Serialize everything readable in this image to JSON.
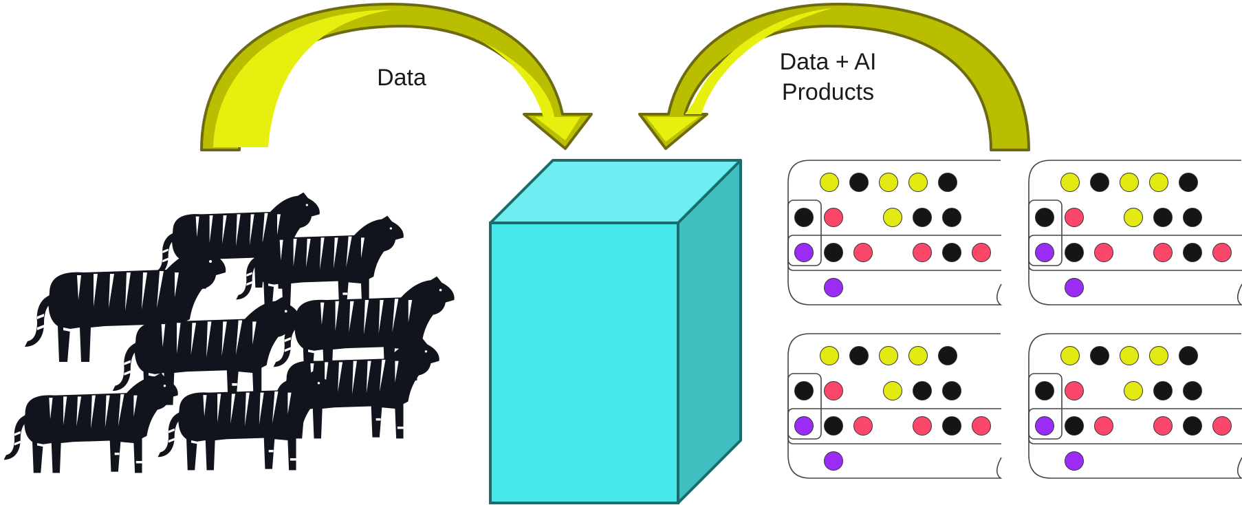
{
  "labels": {
    "data_in": "Data",
    "data_out_line1": "Data + AI",
    "data_out_line2": "Products"
  },
  "colors": {
    "arrow_light": "#e6ef0e",
    "arrow_dark": "#b9bf00",
    "arrow_stroke": "#6d6a12",
    "cube_front": "#48e8ea",
    "cube_top": "#6eeef0",
    "cube_side": "#3fbfc0",
    "cube_stroke": "#1d6b6c",
    "tiger": "#11131d",
    "dot_yellow": "#e3ea13",
    "dot_black": "#151515",
    "dot_red": "#fb476a",
    "dot_purple": "#9a2cf6",
    "panel_stroke": "#444444"
  },
  "icons": {
    "tigers": "tiger-herd-icon",
    "warehouse": "data-cube-icon",
    "panels": "data-product-grid-icon"
  },
  "panel_dot_rows": [
    [
      "yellow",
      "black",
      "yellow",
      "yellow",
      "black"
    ],
    [
      "black",
      "red",
      "",
      "yellow",
      "black",
      "black"
    ],
    [
      "purple",
      "black",
      "red",
      "",
      "red",
      "black",
      "red"
    ],
    [
      "",
      "purple"
    ]
  ]
}
